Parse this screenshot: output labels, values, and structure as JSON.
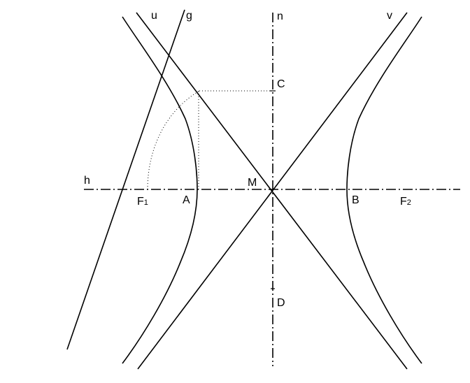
{
  "labels": {
    "u": "u",
    "g": "g",
    "n": "n",
    "v": "v",
    "C": "C",
    "h": "h",
    "M": "M",
    "F1": "F",
    "F1_sub": "1",
    "A": "A",
    "B": "B",
    "F2": "F",
    "F2_sub": "2",
    "D": "D"
  },
  "colors": {
    "stroke": "#000000",
    "background": "#ffffff"
  }
}
